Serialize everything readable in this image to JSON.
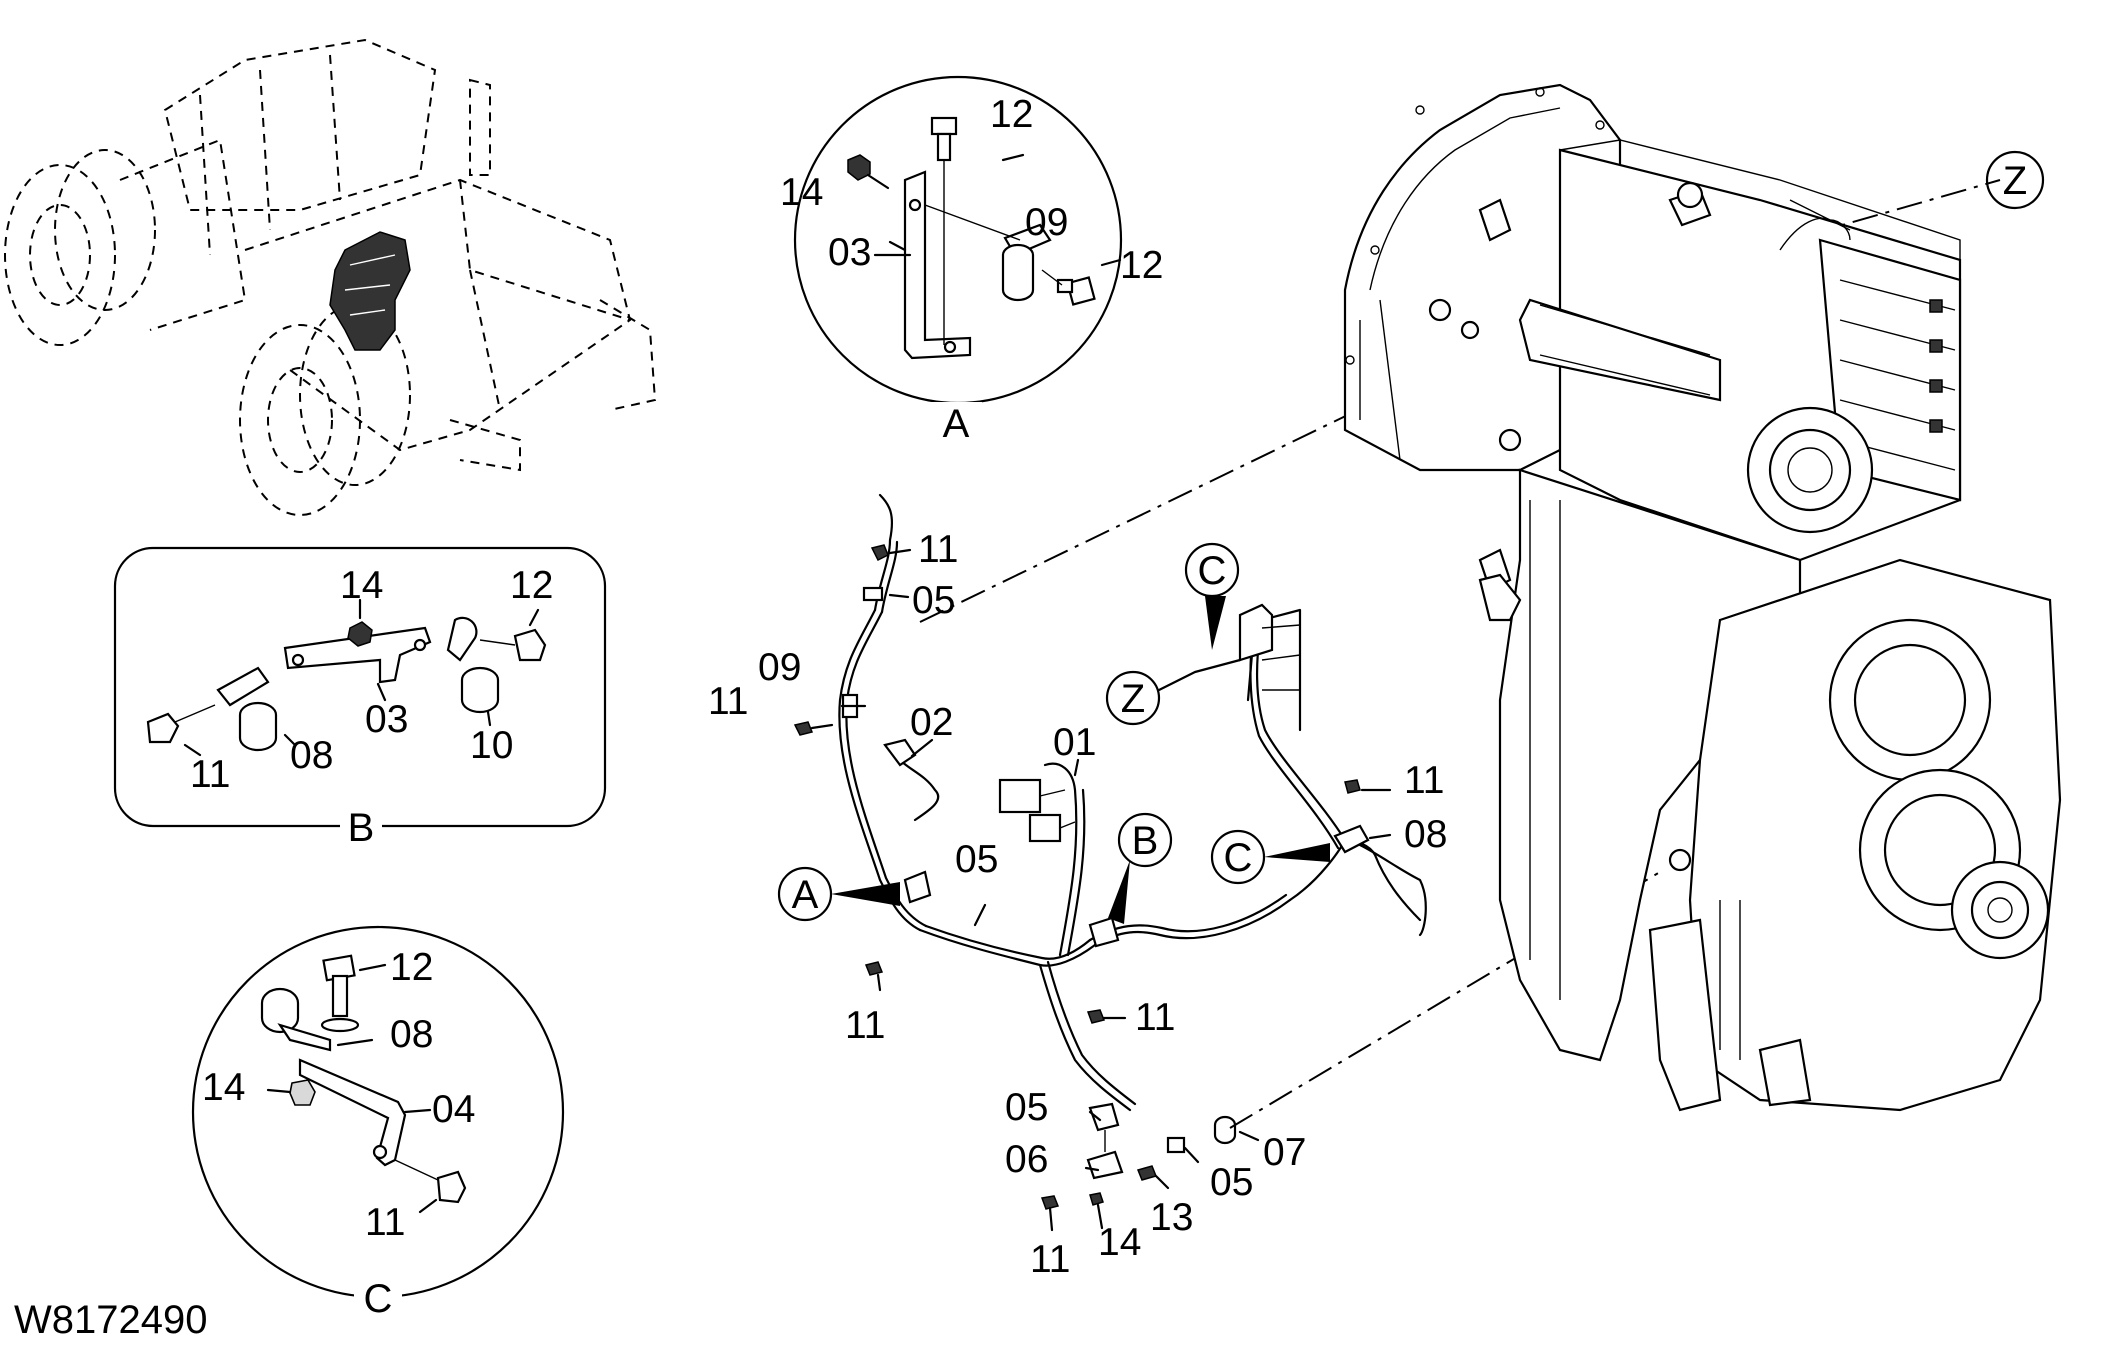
{
  "figure_id": "W8172490",
  "views": {
    "A": {
      "caption": "A",
      "labels": {
        "p12_top": "12",
        "p14": "14",
        "p03": "03",
        "p09": "09",
        "p12_side": "12"
      }
    },
    "B": {
      "caption": "B",
      "labels": {
        "p14": "14",
        "p12": "12",
        "p03": "03",
        "p10": "10",
        "p11": "11",
        "p08": "08"
      }
    },
    "C": {
      "caption": "C",
      "labels": {
        "p12": "12",
        "p08": "08",
        "p14": "14",
        "p04": "04",
        "p11": "11"
      }
    }
  },
  "harness": {
    "labels": {
      "p11_top": "11",
      "p05_top": "05",
      "p09": "09",
      "p11_left": "11",
      "p02": "02",
      "p01": "01",
      "p05_mid": "05",
      "p11_lower": "11",
      "p11_right": "11",
      "p08": "08",
      "p11_center": "11",
      "p05_low": "05",
      "p06": "06",
      "p07": "07",
      "p05_right": "05",
      "p13": "13",
      "p11_bottom": "11",
      "p14_bottom": "14"
    },
    "refs": {
      "A": "A",
      "B": "B",
      "C_mid": "C",
      "C_top": "C",
      "Z_mid": "Z"
    }
  },
  "transmission": {
    "ref_z": "Z"
  }
}
